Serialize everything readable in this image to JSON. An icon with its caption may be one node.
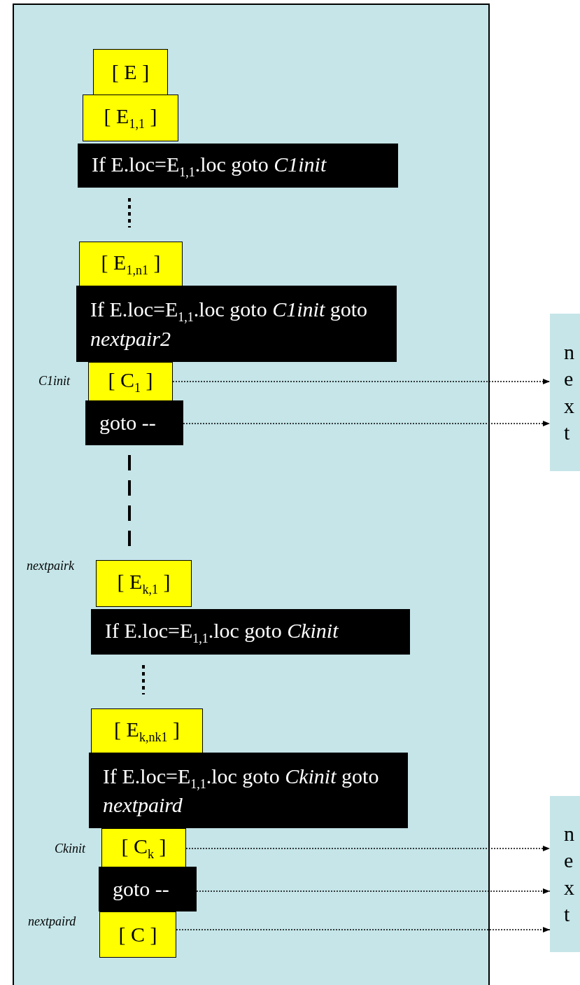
{
  "diagram": {
    "nodes": [
      {
        "text": [],
        "shape": "box"
      },
      {
        "text": [
          "[ E ]"
        ],
        "in": 0
      },
      {
        "text": [
          "[ E$_{1,1}$ ]"
        ],
        "in": 0
      },
      {
        "text": [
          "If E.loc=E$_{1,1}$.loc goto *C1init*"
        ],
        "in": 0
      },
      {
        "text": [
          "[ E$_{1,n1}$ ]"
        ],
        "in": 0
      },
      {
        "text": [
          "If E.loc=E$_{1,1}$.loc goto *C1init* goto *nextpair2*"
        ],
        "in": 0
      },
      {
        "text": [
          "[ C$_{1}$ ]"
        ],
        "beside": [
          "C1init"
        ],
        "in": 0
      },
      {
        "text": [
          "goto --"
        ],
        "in": 0
      },
      {
        "text": [
          "[ E$_{k,1}$ ]"
        ],
        "beside": [
          "nextpairk"
        ],
        "in": 0
      },
      {
        "text": [
          "If E.loc=E$_{1,1}$.loc goto *Ckinit*"
        ],
        "in": 0
      },
      {
        "text": [
          "[ E$_{k,nk1}$ ]"
        ],
        "in": 0
      },
      {
        "text": [
          "If E.loc=E$_{1,1}$.loc goto *Ckinit* goto *nextpaird*"
        ],
        "in": 0
      },
      {
        "text": [
          "[ C$_{k}$ ]"
        ],
        "beside": [
          "Ckinit"
        ],
        "in": 0
      },
      {
        "text": [
          "goto --"
        ],
        "in": 0
      },
      {
        "text": [
          "[ C ]"
        ],
        "beside": [
          "nextpaird"
        ],
        "in": 0
      },
      {
        "text": [
          "next"
        ]
      },
      {
        "text": [
          "next"
        ]
      }
    ],
    "edges": [
      {
        "from": 6,
        "to": 15,
        "arrow": "to",
        "style": "dashed"
      },
      {
        "from": 7,
        "to": 15,
        "arrow": "to",
        "style": "dashed"
      },
      {
        "from": 12,
        "to": 16,
        "arrow": "to",
        "style": "dashed"
      },
      {
        "from": 13,
        "to": 16,
        "arrow": "to",
        "style": "dashed"
      },
      {
        "from": 14,
        "to": 16,
        "arrow": "to",
        "style": "dashed"
      }
    ]
  }
}
